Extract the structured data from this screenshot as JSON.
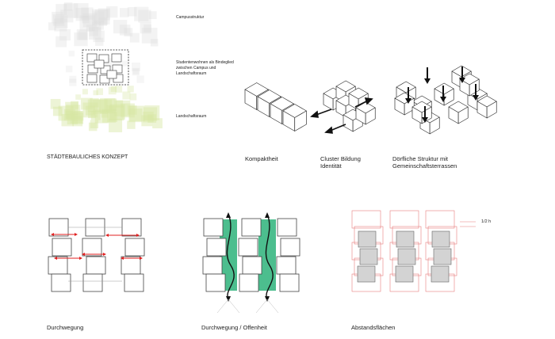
{
  "concept": {
    "title": "STÄDTEBAULICHES KONZEPT",
    "labels": {
      "campus": "Campusstruktur",
      "student": "Studentenwohnen als Bindeglied\nzwischen Campus und\nLandschaftsraum",
      "landscape": "Landschaftsraum"
    },
    "colors": {
      "campus": "#dcdcdc",
      "landscape": "#d6e6a4"
    }
  },
  "principles": [
    {
      "label": "Kompaktheit"
    },
    {
      "label": "Cluster Bildung\nIdentität"
    },
    {
      "label": "Dörfliche Struktur mit\nGemeinschaftsterrassen"
    }
  ],
  "plans": [
    {
      "label": "Durchwegung",
      "accent": "#e02020"
    },
    {
      "label": "Durchwegung / Offenheit",
      "accent": "#2db37a"
    },
    {
      "label": "Abstandsflächen",
      "accent": "#e77c7c",
      "note": "1/2 h"
    }
  ]
}
